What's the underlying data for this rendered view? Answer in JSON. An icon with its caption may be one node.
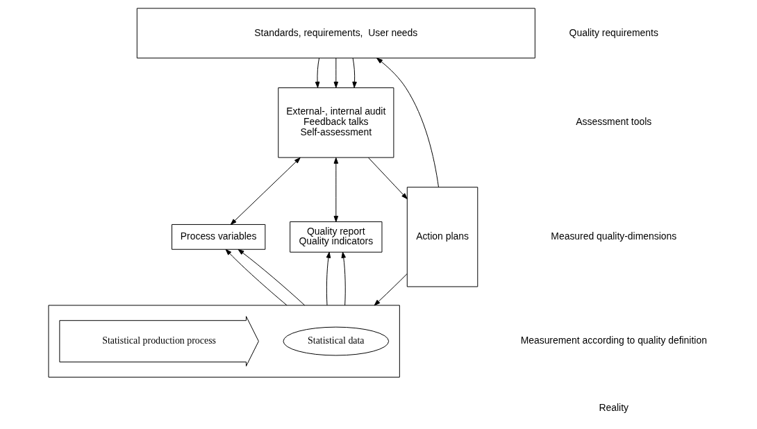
{
  "diagram": {
    "nodes": [
      {
        "text": [
          "Standards, requirements,  User needs"
        ]
      },
      {
        "text": [
          "External-, internal audit",
          "Feedback talks",
          "Self-assessment"
        ]
      },
      {
        "text": [
          "Process variables"
        ]
      },
      {
        "text": [
          "Quality report",
          "Quality indicators"
        ]
      },
      {
        "text": [
          "Action plans"
        ]
      },
      {
        "text": [],
        "shape": "box"
      },
      {
        "text": [
          "Statistical production process"
        ],
        "in": 5
      },
      {
        "text": [
          "Statistical data"
        ],
        "in": 5
      }
    ],
    "edges": [
      {
        "from": 0,
        "to": 1,
        "arrow": "to"
      },
      {
        "from": 0,
        "to": 1,
        "arrow": "to"
      },
      {
        "from": 0,
        "to": 1,
        "arrow": "to"
      },
      {
        "from": 1,
        "to": 2,
        "arrow": "both"
      },
      {
        "from": 1,
        "to": 3,
        "arrow": "both"
      },
      {
        "from": 1,
        "to": 4,
        "arrow": "to"
      },
      {
        "from": 5,
        "to": 2,
        "arrow": "to"
      },
      {
        "from": 5,
        "to": 2,
        "arrow": "to"
      },
      {
        "from": 5,
        "to": 3,
        "arrow": "to"
      },
      {
        "from": 5,
        "to": 3,
        "arrow": "to"
      },
      {
        "from": 4,
        "to": 0,
        "arrow": "to"
      },
      {
        "from": 4,
        "to": 5,
        "arrow": "to"
      }
    ],
    "labels": [
      "Quality requirements",
      "Assessment tools",
      "Measured quality-dimensions",
      "Measurement according to quality definition",
      "Reality"
    ]
  }
}
